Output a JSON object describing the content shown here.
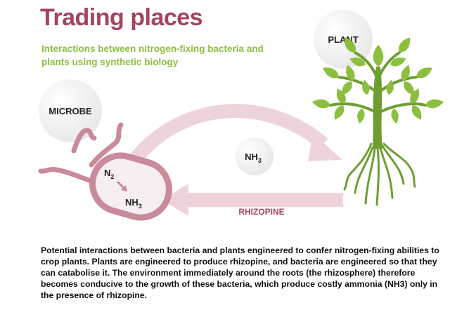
{
  "title": "Trading places",
  "subtitle": "Interactions between nitrogen-fixing bacteria and plants using synthetic biology",
  "labels": {
    "microbe": "MICROBE",
    "plant": "PLANT",
    "n2_main": "N",
    "n2_sub": "2",
    "nh3_main": "NH",
    "nh3_sub": "3",
    "rhizopine": "RHIZOPINE"
  },
  "caption": "Potential interactions between bacteria and plants engineered to confer nitrogen-fixing abilities to crop plants. Plants are engineered to produce rhizopine, and bacteria are engineered so that they can catabolise it. The environment immediately around the roots (the rhizosphere) therefore becomes conducive to the growth of these bacteria, which produce costly ammonia (NH3) only in the presence of rhizopine.",
  "colors": {
    "title": "#a4445e",
    "subtitle": "#8cbf3f",
    "microbe": "#c98a99",
    "arrow": "#eed4da",
    "plant_leaf": "#8cbf3f",
    "plant_trunk": "#6e9e33",
    "bubble": "#eeeeee"
  }
}
